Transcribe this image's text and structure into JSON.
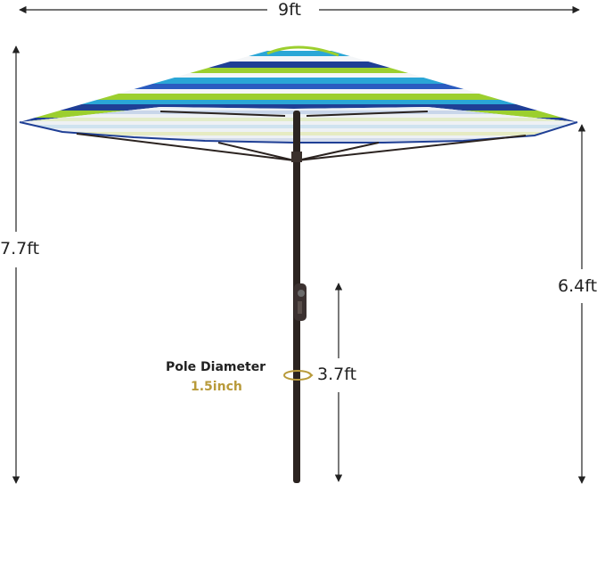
{
  "dimensions": {
    "width_label": "9ft",
    "total_height_label": "7.7ft",
    "canopy_clearance_label": "6.4ft",
    "lower_pole_label": "3.7ft"
  },
  "pole": {
    "title": "Pole Diameter",
    "value": "1.5inch"
  },
  "colors": {
    "text": "#222222",
    "accent_gold": "#b89a3a",
    "navy": "#1f3f95",
    "royal_blue": "#2b5cc0",
    "lime": "#9ccf2e",
    "sky_blue": "#2aa6d6",
    "white": "#f4f6f8",
    "pole": "#2b2320"
  },
  "icons": [
    "dimension-arrow-icon",
    "rotation-ring-icon",
    "crank-handle-icon"
  ]
}
